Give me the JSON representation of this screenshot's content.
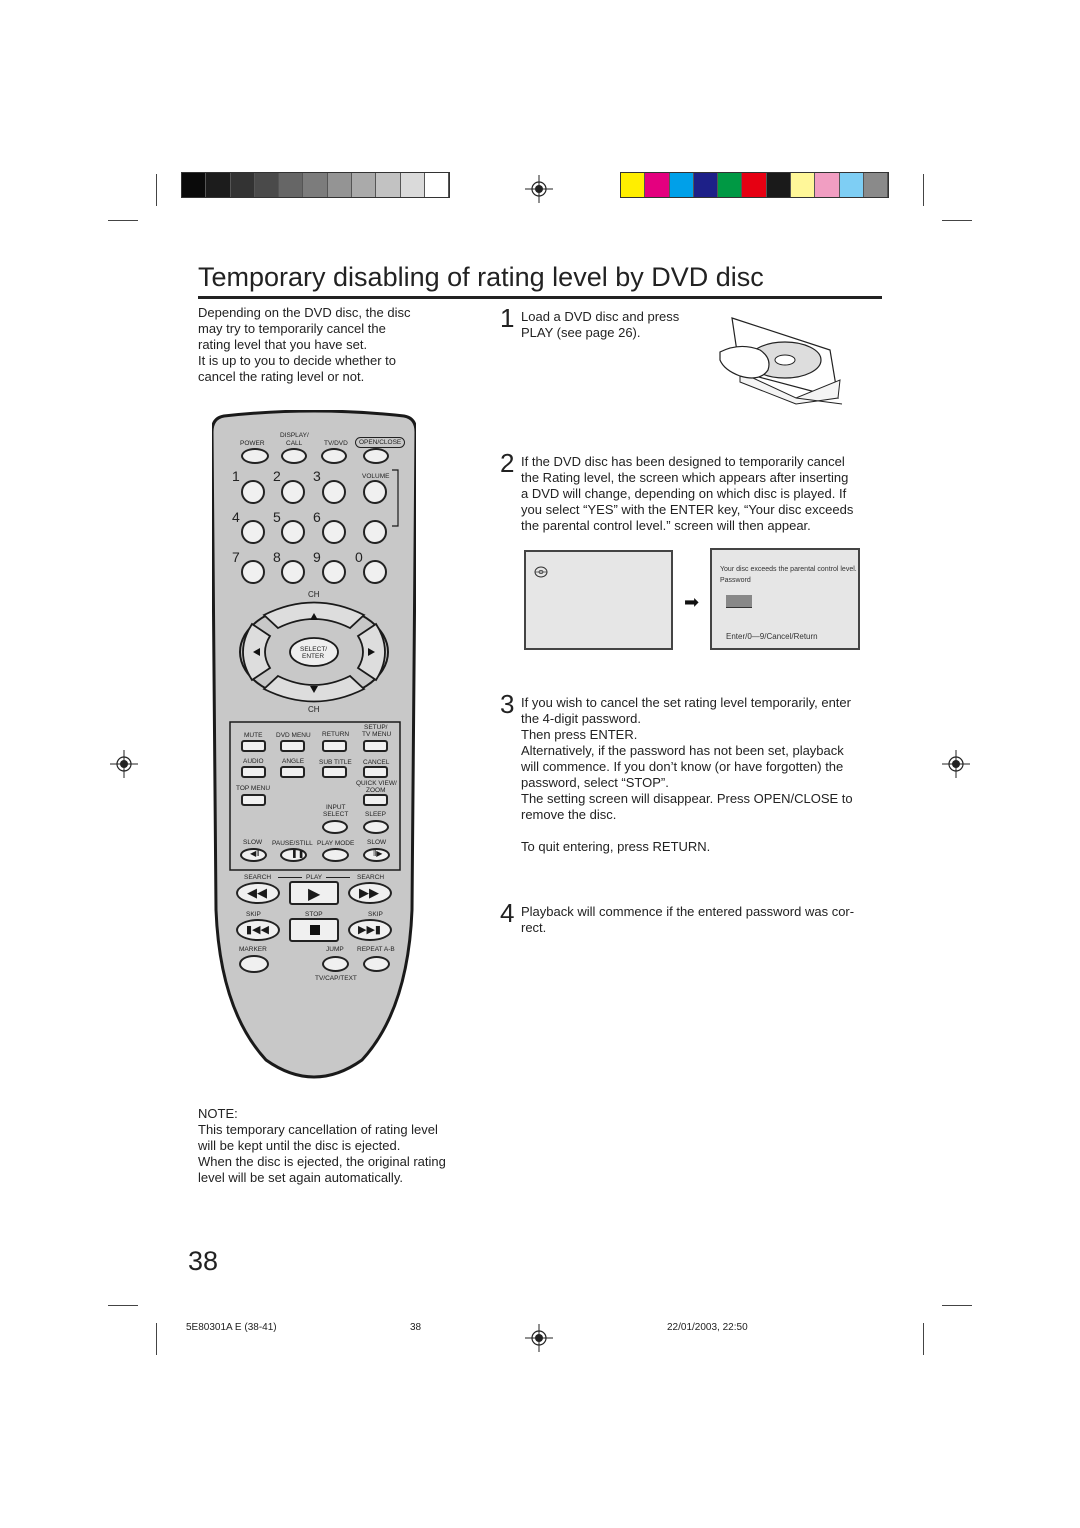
{
  "page": {
    "title": "Temporary disabling of rating level by DVD disc",
    "page_number": "38"
  },
  "intro": [
    "Depending on the DVD disc, the disc",
    "may try to temporarily cancel the",
    "rating level that you have set.",
    "It is up to you to decide whether to",
    "cancel the rating level or not."
  ],
  "steps": [
    {
      "num": "1",
      "lines": [
        "Load a DVD disc and press",
        "PLAY  (see page 26)."
      ]
    },
    {
      "num": "2",
      "lines": [
        "If the DVD disc has been designed to temporarily cancel",
        "the Rating level, the screen which appears after inserting",
        "a DVD will change, depending on which disc is played. If",
        "you select “YES” with the ENTER key, “Your disc exceeds",
        "the parental control level.” screen will then appear."
      ]
    },
    {
      "num": "3",
      "lines": [
        "If you wish to cancel the set rating level temporarily, enter",
        "the 4-digit password.",
        "Then press ENTER.",
        "Alternatively, if the password has not been set, playback",
        "will commence. If you don’t know (or have forgotten) the",
        "password, select “STOP”.",
        "The setting screen will disappear. Press OPEN/CLOSE to",
        "remove the disc.",
        "",
        "To quit entering, press RETURN."
      ]
    },
    {
      "num": "4",
      "lines": [
        "Playback will commence if the entered password was cor-",
        "rect."
      ]
    }
  ],
  "screen2": {
    "line1": "Your disc exceeds the parental control level.",
    "line2": "Password",
    "footer": "Enter/0—9/Cancel/Return"
  },
  "note": {
    "heading": "NOTE:",
    "lines": [
      "This temporary cancellation of rating level",
      "will be kept until the disc is ejected.",
      "When the disc is ejected, the original rating",
      "level will be set again automatically."
    ]
  },
  "footer": {
    "left": "5E80301A E (38-41)",
    "center": "38",
    "right": "22/01/2003, 22:50"
  },
  "remote": {
    "power": "POWER",
    "display_call": "DISPLAY/\nCALL",
    "display": "DISPLAY/",
    "call": "CALL",
    "tvdvd": "TV/DVD",
    "open_close": "OPEN/CLOSE",
    "volume": "VOLUME",
    "digits": [
      "1",
      "2",
      "3",
      "4",
      "5",
      "6",
      "7",
      "8",
      "9",
      "0"
    ],
    "ch": "CH",
    "select": "SELECT/",
    "enter": "ENTER",
    "mute": "MUTE",
    "dvd_menu": "DVD MENU",
    "return": "RETURN",
    "setup": "SETUP/",
    "tv_menu": "TV MENU",
    "audio": "AUDIO",
    "angle": "ANGLE",
    "sub_title": "SUB TITLE",
    "cancel": "CANCEL",
    "top_menu": "TOP MENU",
    "quick_view": "QUICK VIEW/",
    "zoom": "ZOOM",
    "input": "INPUT",
    "input_select": "SELECT",
    "sleep": "SLEEP",
    "slow1": "SLOW",
    "pause_still": "PAUSE/STILL",
    "play_mode": "PLAY MODE",
    "slow2": "SLOW",
    "search1": "SEARCH",
    "play": "PLAY",
    "search2": "SEARCH",
    "skip1": "SKIP",
    "stop": "STOP",
    "skip2": "SKIP",
    "marker": "MARKER",
    "jump": "JUMP",
    "repeat": "REPEAT A-B",
    "tvcaptext": "TV/CAP/TEXT"
  },
  "colors": {
    "gray_bar": [
      "#0a0a0a",
      "#1c1c1c",
      "#333333",
      "#4a4a4a",
      "#666666",
      "#7c7c7c",
      "#949494",
      "#aaaaaa",
      "#c2c2c2",
      "#dadada",
      "#ffffff"
    ],
    "color_bar": [
      "#ffee00",
      "#e4007f",
      "#00a0e9",
      "#1d2088",
      "#009944",
      "#e60012",
      "#1a1a1a",
      "#fff799",
      "#f19ec2",
      "#7ecef4",
      "#8a8a8a"
    ],
    "remote_body": "#c8c8c8",
    "screen_bg": "#e6e6e6"
  }
}
